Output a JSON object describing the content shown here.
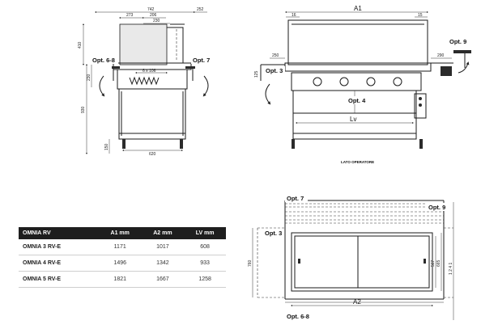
{
  "side_view": {
    "dims": {
      "total_depth": "742",
      "top_depth": "252",
      "left_part": "273",
      "mid_part": "206",
      "right_part": "230",
      "height_top": "410",
      "height_body": "930",
      "height_mid": "230",
      "height_foot": "150",
      "base_width": "620",
      "pitch_label": "6 x 106"
    },
    "labels": {
      "opt_left": "Opt. 6-8",
      "opt_right": "Opt. 7"
    }
  },
  "front_view": {
    "dims": {
      "a1": "A1",
      "left_gap": "16",
      "right_gap": "15",
      "left_arm": "250",
      "right_arm": "290",
      "left_arm_h": "125",
      "lv": "Lv"
    },
    "labels": {
      "opt_left": "Opt. 3",
      "opt_right": "Opt. 9",
      "opt_mid": "Opt. 4"
    },
    "operator_side": "LATO OPERATORE"
  },
  "plan_view": {
    "dims": {
      "a2": "A2",
      "depth_left": "760",
      "depth_inner_1": "567",
      "depth_inner_2": "665",
      "depth_total": "1 2 4 1"
    },
    "labels": {
      "opt_top": "Opt. 7",
      "opt_right": "Opt. 9",
      "opt_left": "Opt. 3",
      "opt_bottom": "Opt. 6-8"
    }
  },
  "table": {
    "headers": [
      "OMNIA RV",
      "A1 mm",
      "A2 mm",
      "LV mm"
    ],
    "rows": [
      [
        "OMNIA 3 RV-E",
        "1171",
        "1017",
        "608"
      ],
      [
        "OMNIA 4 RV-E",
        "1496",
        "1342",
        "933"
      ],
      [
        "OMNIA 5 RV-E",
        "1821",
        "1667",
        "1258"
      ]
    ]
  }
}
